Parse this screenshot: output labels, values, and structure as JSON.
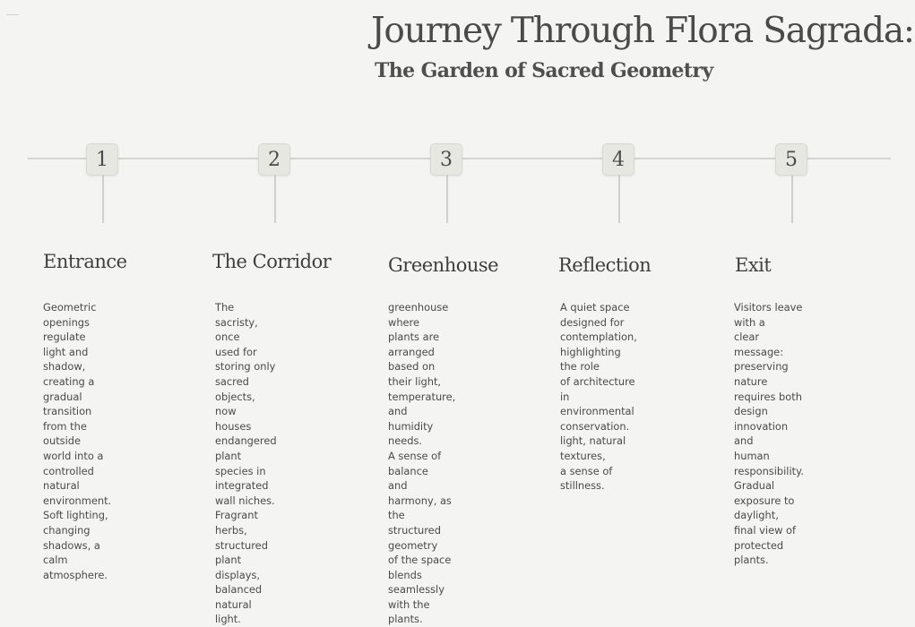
{
  "header": {
    "title": "Journey Through Flora Sagrada:",
    "subtitle": "The Garden of Sacred Geometry"
  },
  "steps": [
    {
      "number": "1",
      "title": "Entrance",
      "description": "Geometric openings\nregulate light and\nshadow, creating a\ngradual transition\nfrom the outside\nworld into a controlled\nnatural environment.\nSoft lighting,\nchanging shadows, a\ncalm atmosphere."
    },
    {
      "number": "2",
      "title": "The Corridor",
      "description": "The sacristy, once\nused for storing only\nsacred objects, now\nhouses endangered\nplant species in\nintegrated wall niches.\nFragrant herbs,\nstructured plant\ndisplays, balanced\nnatural light."
    },
    {
      "number": "3",
      "title": "Greenhouse",
      "description": "greenhouse where\nplants are arranged\nbased on their light,\ntemperature, and\nhumidity needs.\nA sense of balance\nand harmony, as the\nstructured geometry\nof the space blends\nseamlessly with the\nplants."
    },
    {
      "number": "4",
      "title": "Reflection",
      "description": "A quiet space\ndesigned for\ncontemplation,\nhighlighting the role\nof architecture in\nenvironmental\nconservation.\nlight, natural textures,\na sense of stillness."
    },
    {
      "number": "5",
      "title": "Exit",
      "description": "Visitors leave with a\nclear message:\npreserving nature\nrequires both design\ninnovation and\nhuman responsibility.\nGradual exposure to\ndaylight, final view of\nprotected plants."
    }
  ]
}
